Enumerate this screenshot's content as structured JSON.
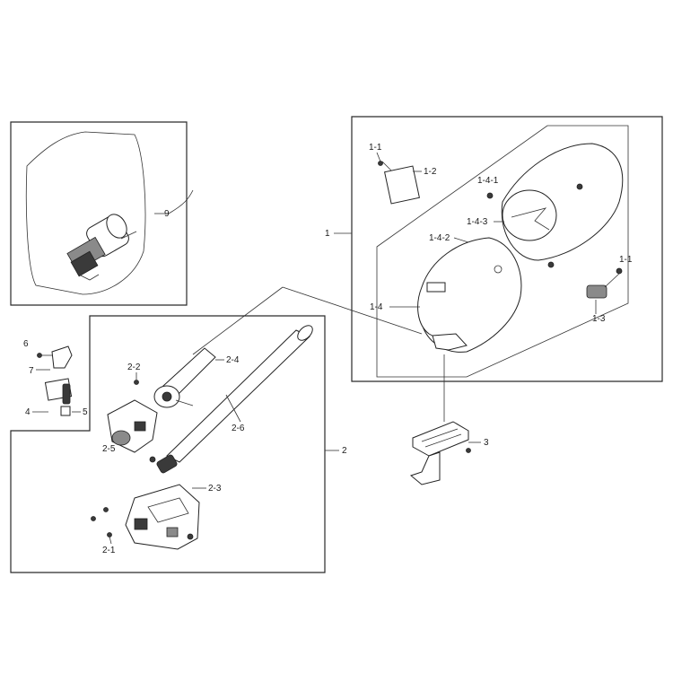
{
  "callouts": {
    "c1": "1",
    "c1_1a": "1-1",
    "c1_2": "1-2",
    "c1_4_1": "1-4-1",
    "c1_4_3": "1-4-3",
    "c1_4_2": "1-4-2",
    "c1_1b": "1-1",
    "c1_4": "1-4",
    "c1_3": "1-3",
    "c2": "2",
    "c2_1": "2-1",
    "c2_2": "2-2",
    "c2_3": "2-3",
    "c2_4": "2-4",
    "c2_5": "2-5",
    "c2_6": "2-6",
    "c3": "3",
    "c4": "4",
    "c5": "5",
    "c6": "6",
    "c7": "7",
    "c9": "9"
  }
}
